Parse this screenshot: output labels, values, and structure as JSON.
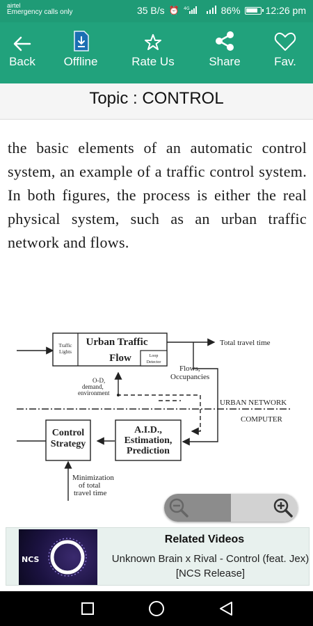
{
  "status_bar": {
    "carrier": "airtel",
    "emergency": "Emergency calls only",
    "speed": "35 B/s",
    "battery": "86%",
    "time": "12:26 pm"
  },
  "toolbar": {
    "back_label": "Back",
    "offline_label": "Offline",
    "rate_label": "Rate Us",
    "share_label": "Share",
    "fav_label": "Fav."
  },
  "topic": {
    "title": "Topic : CONTROL"
  },
  "content": {
    "paragraph": "the basic elements of an automatic control system, an example of a traffic control system. In both figures, the process is either the real physical system, such as an urban traffic network and flows."
  },
  "diagram": {
    "traffic_lights": [
      "Traffic",
      "Lights"
    ],
    "urban_traffic": "Urban Traffic",
    "flow": "Flow",
    "loop_detector": [
      "Loop",
      "Detector"
    ],
    "total_travel_time": "Total travel time",
    "flows_occupancies": [
      "Flows,",
      "Occupancies"
    ],
    "od_demand": [
      "O-D,",
      "demand,",
      "environment"
    ],
    "urban_network": "URBAN NETWORK",
    "computer": "COMPUTER",
    "control_strategy": [
      "Control",
      "Strategy"
    ],
    "aid_estimation": [
      "A.I.D.,",
      "Estimation,",
      "Prediction"
    ],
    "minimization": [
      "Minimization",
      "of total",
      "travel time"
    ]
  },
  "ad": {
    "title": "Related Videos",
    "description": "Unknown Brain x Rival - Control (feat. Jex) [NCS Release]",
    "thumb_label": "NCS"
  },
  "colors": {
    "status_bar": "#1f9b76",
    "toolbar": "#21a27c",
    "topic_bar": "#f5f5f5",
    "ad_background": "#e8f1ee"
  },
  "icons": {
    "back": "arrow-left-icon",
    "offline": "download-file-icon",
    "rate": "star-icon",
    "share": "share-icon",
    "fav": "heart-icon",
    "zoom_out": "zoom-out-icon",
    "zoom_in": "zoom-in-icon",
    "nav_recents": "square-icon",
    "nav_home": "circle-icon",
    "nav_back": "triangle-back-icon"
  }
}
